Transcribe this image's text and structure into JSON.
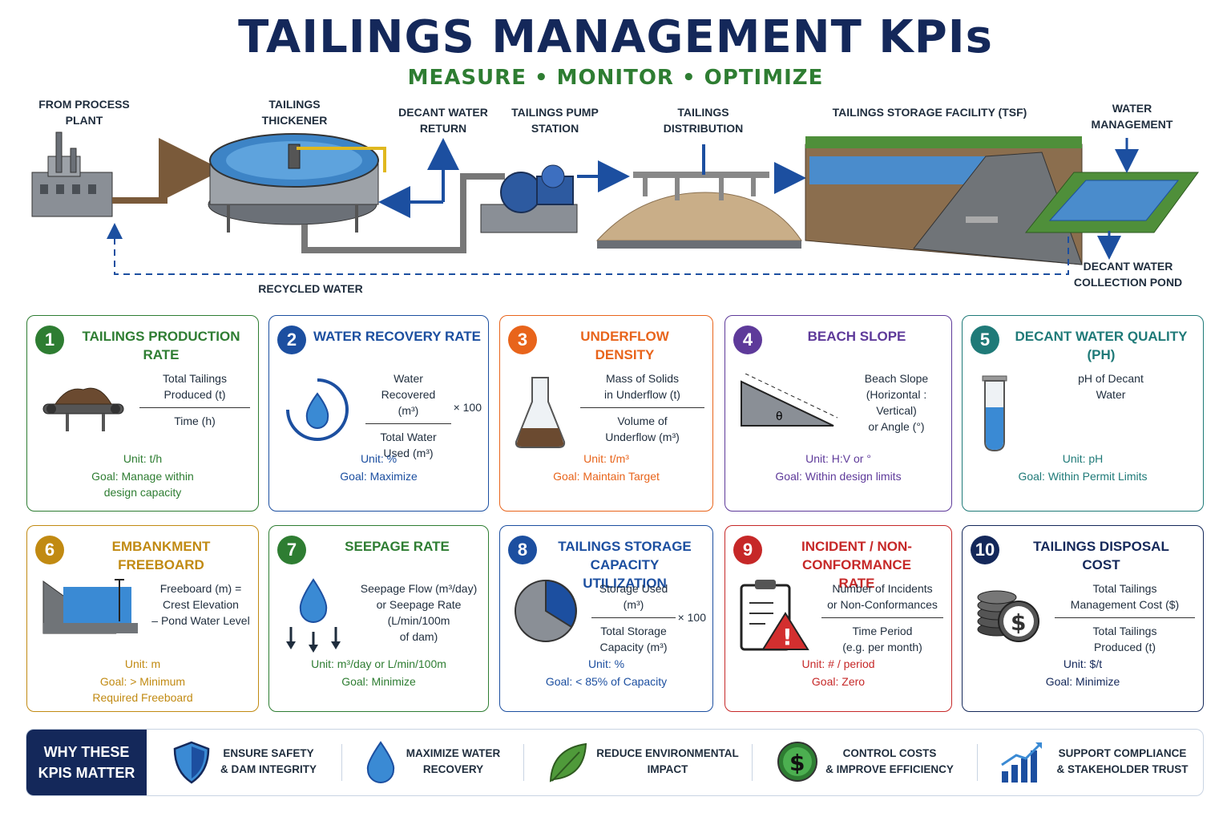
{
  "header": {
    "title": "TAILINGS MANAGEMENT KPIs",
    "subtitle": "MEASURE • MONITOR • OPTIMIZE"
  },
  "process_flow": {
    "from_plant": "FROM\nPROCESS PLANT",
    "thickener": "TAILINGS\nTHICKENER",
    "decant_return": "DECANT WATER\nRETURN",
    "pump_station": "TAILINGS\nPUMP STATION",
    "distribution": "TAILINGS\nDISTRIBUTION",
    "tsf": "TAILINGS STORAGE FACILITY (TSF)",
    "water_management": "WATER\nMANAGEMENT",
    "decant_pond": "DECANT WATER\nCOLLECTION POND",
    "recycled_water": "RECYCLED WATER"
  },
  "kpis": [
    {
      "num": "1",
      "title": "TAILINGS PRODUCTION RATE",
      "numerator": "Total Tailings\nProduced (t)",
      "denominator": "Time (h)",
      "multiplier": "",
      "unit": "Unit:  t/h",
      "goal": "Goal:  Manage within\ndesign capacity",
      "color": "#2e7d32",
      "icon": "conveyor-icon"
    },
    {
      "num": "2",
      "title": "WATER RECOVERY RATE",
      "numerator": "Water Recovered\n(m³)",
      "denominator": "Total Water\nUsed (m³)",
      "multiplier": "× 100",
      "unit": "Unit:  %",
      "goal": "Goal:  Maximize",
      "color": "#1c4fa0",
      "icon": "water-recycle-icon"
    },
    {
      "num": "3",
      "title": "UNDERFLOW\nDENSITY",
      "numerator": "Mass of Solids\nin Underflow (t)",
      "denominator": "Volume of\nUnderflow (m³)",
      "multiplier": "",
      "unit": "Unit:  t/m³",
      "goal": "Goal:  Maintain Target",
      "color": "#e8641b",
      "icon": "flask-icon"
    },
    {
      "num": "4",
      "title": "BEACH SLOPE",
      "numerator": "Beach Slope\n(Horizontal : Vertical)\nor Angle (°)",
      "denominator": "",
      "multiplier": "",
      "unit": "Unit:  H:V  or  °",
      "goal": "Goal:  Within design limits",
      "color": "#5e3a9a",
      "icon": "slope-angle-icon"
    },
    {
      "num": "5",
      "title": "DECANT WATER QUALITY\n(pH)",
      "numerator": "pH of Decant\nWater",
      "denominator": "",
      "multiplier": "",
      "unit": "Unit:  pH",
      "goal": "Goal:  Within Permit Limits",
      "color": "#1f7a78",
      "icon": "test-tube-icon"
    },
    {
      "num": "6",
      "title": "EMBANKMENT FREEBOARD",
      "numerator": "Freeboard (m) =\nCrest Elevation\n– Pond Water Level",
      "denominator": "",
      "multiplier": "",
      "unit": "Unit:  m",
      "goal": "Goal:  > Minimum\nRequired Freeboard",
      "color": "#c18a12",
      "icon": "freeboard-icon"
    },
    {
      "num": "7",
      "title": "SEEPAGE RATE",
      "numerator": "Seepage Flow (m³/day)\nor Seepage Rate\n(L/min/100m\nof dam)",
      "denominator": "",
      "multiplier": "",
      "unit": "Unit:  m³/day or L/min/100m",
      "goal": "Goal:  Minimize",
      "color": "#2e7d32",
      "icon": "seepage-drop-icon"
    },
    {
      "num": "8",
      "title": "TAILINGS STORAGE CAPACITY\nUTILIZATION",
      "numerator": "Storage Used (m³)",
      "denominator": "Total Storage\nCapacity (m³)",
      "multiplier": "× 100",
      "unit": "Unit:  %",
      "goal": "Goal:  < 85% of Capacity",
      "color": "#1c4fa0",
      "icon": "pie-chart-icon"
    },
    {
      "num": "9",
      "title": "INCIDENT / NON-CONFORMANCE\nRATE",
      "numerator": "Number of Incidents\nor Non-Conformances",
      "denominator": "Time Period\n(e.g. per month)",
      "multiplier": "",
      "unit": "Unit:  # / period",
      "goal": "Goal:  Zero",
      "color": "#c62828",
      "icon": "clipboard-warning-icon"
    },
    {
      "num": "10",
      "title": "TAILINGS DISPOSAL\nCOST",
      "numerator": "Total Tailings\nManagement Cost ($)",
      "denominator": "Total Tailings\nProduced (t)",
      "multiplier": "",
      "unit": "Unit:  $/t",
      "goal": "Goal:  Minimize",
      "color": "#14285a",
      "icon": "coins-dollar-icon"
    }
  ],
  "why_matter": {
    "label": "WHY THESE\nKPIs MATTER",
    "items": [
      {
        "text": "ENSURE SAFETY\n& DAM INTEGRITY",
        "icon": "shield-icon"
      },
      {
        "text": "MAXIMIZE WATER\nRECOVERY",
        "icon": "water-drop-icon"
      },
      {
        "text": "REDUCE ENVIRONMENTAL\nIMPACT",
        "icon": "leaf-icon"
      },
      {
        "text": "CONTROL COSTS\n& IMPROVE EFFICIENCY",
        "icon": "dollar-coin-icon"
      },
      {
        "text": "SUPPORT COMPLIANCE\n& STAKEHOLDER TRUST",
        "icon": "growth-chart-icon"
      }
    ]
  }
}
